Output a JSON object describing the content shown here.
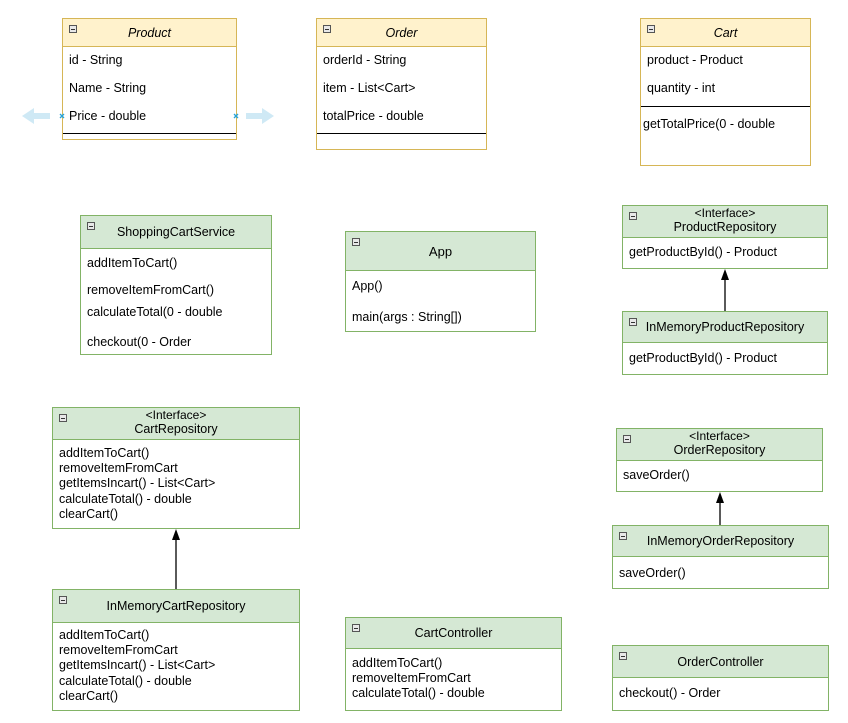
{
  "classes": {
    "product": {
      "title": "Product",
      "attrs": [
        "id - String",
        "Name - String",
        "Price - double"
      ]
    },
    "order": {
      "title": "Order",
      "attrs": [
        "orderId - String",
        "item - List<Cart>",
        "totalPrice - double"
      ]
    },
    "cart": {
      "title": "Cart",
      "attrs": [
        "product - Product",
        "quantity - int"
      ],
      "methods": [
        "getTotalPrice(0 - double"
      ]
    },
    "shopping_cart_service": {
      "title": "ShoppingCartService",
      "methods": [
        "addItemToCart()",
        "removeItemFromCart()",
        "calculateTotal(0 - double",
        "checkout(0 - Order"
      ]
    },
    "app": {
      "title": "App",
      "methods": [
        "App()",
        "main(args : String[])"
      ]
    },
    "product_repository": {
      "stereotype": "<Interface>",
      "title": "ProductRepository",
      "methods": [
        "getProductById() - Product"
      ]
    },
    "in_memory_product_repository": {
      "title": "InMemoryProductRepository",
      "methods": [
        "getProductById() - Product"
      ]
    },
    "cart_repository": {
      "stereotype": "<Interface>",
      "title": "CartRepository",
      "methods": [
        "addItemToCart()",
        "removeItemFromCart",
        "getItemsIncart() - List<Cart>",
        "calculateTotal() - double",
        "clearCart()"
      ]
    },
    "order_repository": {
      "stereotype": "<Interface>",
      "title": "OrderRepository",
      "methods": [
        "saveOrder()"
      ]
    },
    "in_memory_order_repository": {
      "title": "InMemoryOrderRepository",
      "methods": [
        "saveOrder()"
      ]
    },
    "in_memory_cart_repository": {
      "title": "InMemoryCartRepository",
      "methods": [
        "addItemToCart()",
        "removeItemFromCart",
        "getItemsIncart() - List<Cart>",
        "calculateTotal() - double",
        "clearCart()"
      ]
    },
    "cart_controller": {
      "title": "CartController",
      "methods": [
        "addItemToCart()",
        "removeItemFromCart",
        "calculateTotal() - double"
      ]
    },
    "order_controller": {
      "title": "OrderController",
      "methods": [
        "checkout() - Order"
      ]
    }
  },
  "colors": {
    "entity_fill": "#fff2cc",
    "entity_stroke": "#d6b656",
    "component_fill": "#d5e8d4",
    "component_stroke": "#82b366",
    "arrow": "#000000",
    "selection_handle": "#29a3d6"
  }
}
